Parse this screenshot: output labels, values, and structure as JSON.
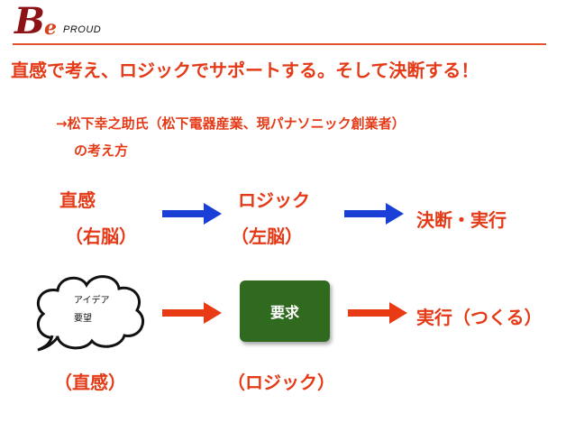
{
  "logo": {
    "letter_b": "B",
    "letter_e": "e",
    "proud": "PROUD"
  },
  "headline": "直感で考え、ロジックでサポートする。そして決断する！",
  "subtitle": {
    "line1": "→松下幸之助氏（松下電器産業、現パナソニック創業者）",
    "line2": "の考え方"
  },
  "row1": {
    "left_label": "直感",
    "left_sub": "（右脳）",
    "mid_label": "ロジック",
    "mid_sub": "（左脳）",
    "right_label": "決断・実行",
    "arrow_color": "#1a3fd6"
  },
  "row2": {
    "cloud_line1": "アイデア",
    "cloud_line2": "要望",
    "box_label": "要求",
    "right_label": "実行（つくる）",
    "left_sub": "（直感）",
    "mid_sub": "（ロジック）",
    "arrow_color": "#e83a14"
  },
  "colors": {
    "accent": "#e53a17",
    "box": "#2f6a1e"
  }
}
